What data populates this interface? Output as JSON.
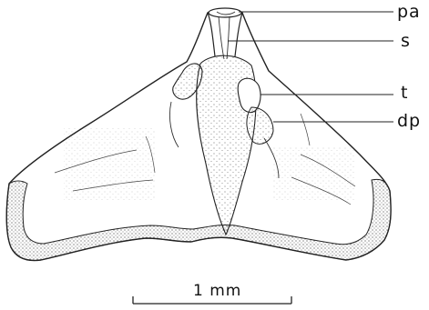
{
  "labels": {
    "pa": "pa",
    "s": "s",
    "t": "t",
    "dp": "dp"
  },
  "scale_bar": {
    "label": "1 mm"
  }
}
